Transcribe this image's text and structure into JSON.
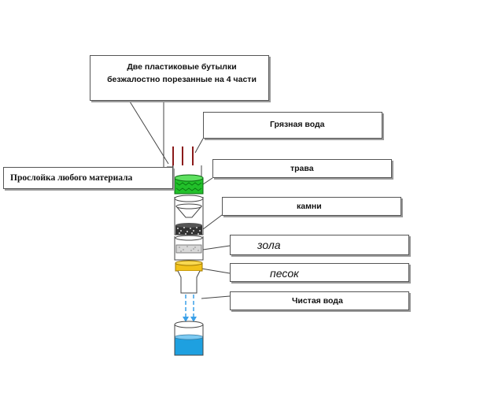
{
  "labels": {
    "bottles": "Две пластиковые бутылки безжалостно порезанные на 4 части",
    "dirty_water": "Грязная вода",
    "layer": "Прослойка любого материала",
    "grass": "трава",
    "stones": "камни",
    "ash": "зола",
    "sand": "песок",
    "clean_water": "Чистая вода"
  },
  "colors": {
    "grass": "#22c02a",
    "ash": "#d8d8d8",
    "sand": "#f2c21a",
    "water": "#1ea0e0",
    "arrows": "#8b1a1a",
    "drip": "#3aa0e8"
  }
}
